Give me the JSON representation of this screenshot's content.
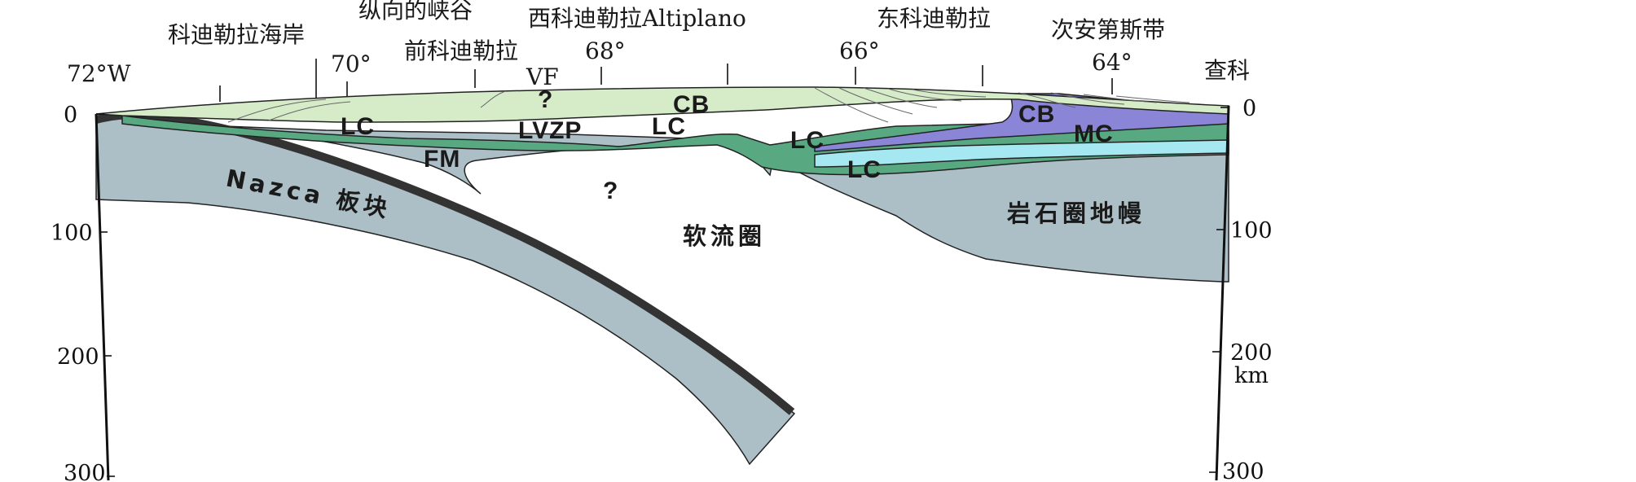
{
  "surface_labels": {
    "coastal_cordillera": "科迪勒拉海岸",
    "longitudinal_valley": "纵向的峡谷",
    "precordillera": "前科迪勒拉",
    "western_cordillera_altiplano": "西科迪勒拉Altiplano",
    "eastern_cordillera": "东科迪勒拉",
    "subandean_belt": "次安第斯带",
    "chaco": "查科",
    "volcanic_front": "VF"
  },
  "longitude_labels": [
    "72°W",
    "70°",
    "68°",
    "66°",
    "64°"
  ],
  "depth_axis_left": [
    "0",
    "100",
    "200",
    "300"
  ],
  "depth_axis_right": [
    "0",
    "100",
    "200",
    "300"
  ],
  "depth_unit": "km",
  "unit_labels": {
    "lc_1": "LC",
    "lvzp": "LVZP",
    "lc_2": "LC",
    "lc_3": "LC",
    "lc_4": "LC",
    "cb_1": "CB",
    "cb_2": "CB",
    "mc": "MC",
    "fm": "FM",
    "question_1": "?",
    "question_2": "?"
  },
  "region_labels": {
    "nazca_plate": "Nazca 板块",
    "asthenosphere": "软流圈",
    "lithospheric_mantle": "岩石圈地幔"
  },
  "colors": {
    "mantle_gray": "#adbfc6",
    "lower_crust_green": "#58a882",
    "sediment_pale": "#d6ecc9",
    "cratonic_basement_purple": "#8a85d6",
    "mc_cyan": "#a6e8f2",
    "slab_dark": "#333333",
    "outline": "#222222"
  }
}
